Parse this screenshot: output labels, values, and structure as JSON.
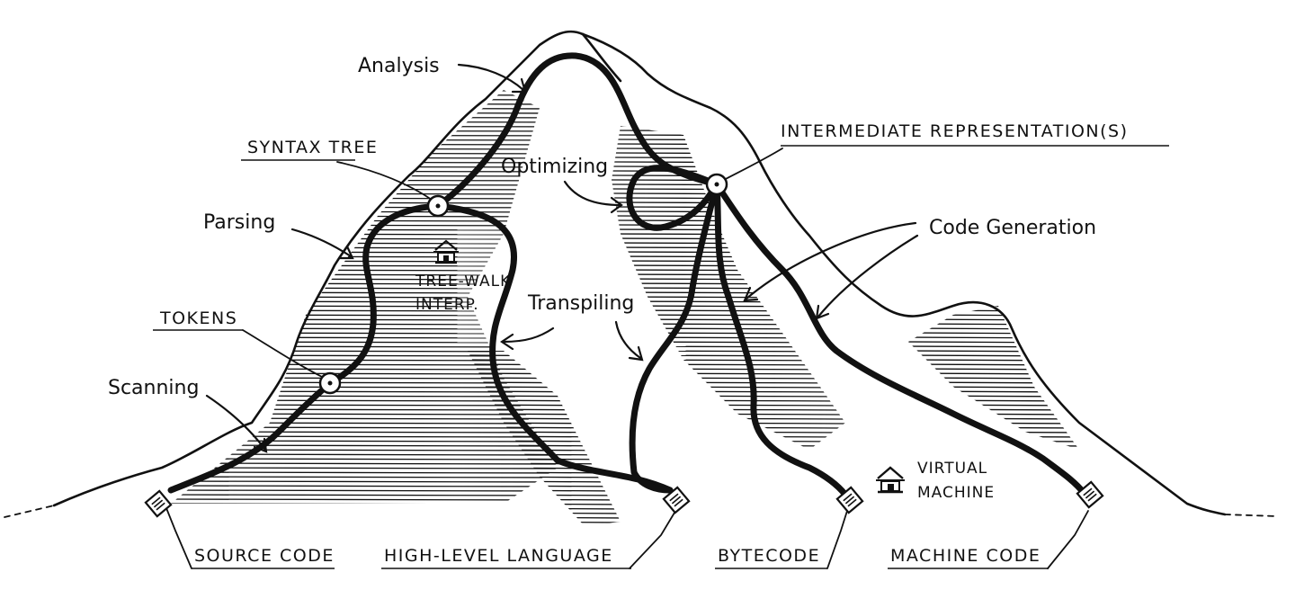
{
  "diagram": {
    "stages": {
      "tokens": "TOKENS",
      "syntax_tree": "SYNTAX TREE",
      "intermediate": "INTERMEDIATE REPRESENTATION(S)",
      "source_code": "SOURCE CODE",
      "high_level_language": "HIGH-LEVEL LANGUAGE",
      "bytecode": "BYTECODE",
      "machine_code": "MACHINE CODE"
    },
    "steps": {
      "scanning": "Scanning",
      "parsing": "Parsing",
      "analysis": "Analysis",
      "optimizing": "Optimizing",
      "transpiling": "Transpiling",
      "code_generation": "Code Generation"
    },
    "landmarks": {
      "tree_walk_line1": "TREE-WALK",
      "tree_walk_line2": "INTERP.",
      "vm_line1": "VIRTUAL",
      "vm_line2": "MACHINE"
    },
    "icons": [
      "document-icon",
      "house-icon",
      "node-circle-icon"
    ]
  }
}
